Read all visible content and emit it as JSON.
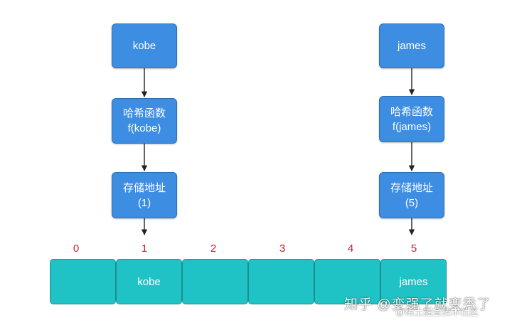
{
  "left_chain": {
    "key": "kobe",
    "hash_line1": "哈希函数",
    "hash_line2": "f(kobe)",
    "addr_line1": "存储地址",
    "addr_line2": "(1)"
  },
  "right_chain": {
    "key": "james",
    "hash_line1": "哈希函数",
    "hash_line2": "f(james)",
    "addr_line1": "存储地址",
    "addr_line2": "(5)"
  },
  "array": {
    "indices": [
      "0",
      "1",
      "2",
      "3",
      "4",
      "5"
    ],
    "cells": [
      "",
      "kobe",
      "",
      "",
      "",
      "james"
    ]
  },
  "watermark": {
    "main": "知乎 @变强了就变秃了",
    "sub": "@稀土掘金技术社区"
  },
  "colors": {
    "box_fill": "#3d8de3",
    "cell_fill": "#1fc3c5",
    "index_text": "#c0242f",
    "arrow": "#222222"
  }
}
